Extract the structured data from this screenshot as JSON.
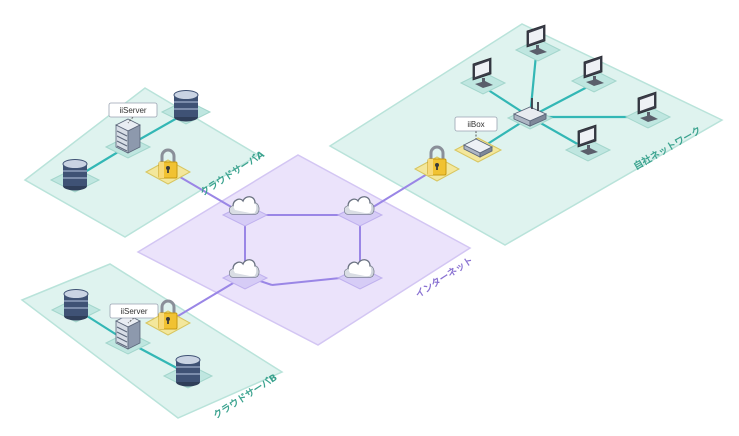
{
  "zones": {
    "cloud_a": {
      "label": "クラウドサーバA"
    },
    "cloud_b": {
      "label": "クラウドサーバB"
    },
    "internet": {
      "label": "インターネット"
    },
    "company": {
      "label": "自社ネットワーク"
    }
  },
  "callouts": {
    "iiserver_a": "iiServer",
    "iiserver_b": "iiServer",
    "iibox": "iiBox"
  },
  "icons": {
    "database": "database-icon",
    "server": "server-icon",
    "lock": "lock-icon",
    "cloud": "cloud-icon",
    "router": "router-icon",
    "iibox": "network-appliance-icon",
    "monitor": "monitor-icon"
  },
  "colors": {
    "zone_teal_fill": "#dff3ef",
    "zone_teal_stroke": "#b9e3da",
    "zone_teal_label": "#3aa28e",
    "zone_internet_fill": "#ebe3fb",
    "zone_internet_stroke": "#d3c6f3",
    "zone_internet_label": "#8a72d2",
    "link_teal": "#33b7b5",
    "link_purple": "#9a86e6",
    "lock_pad": "#f3e79c",
    "lock_gold": "#f1c232",
    "tile_teal": "#bfe6e0"
  }
}
